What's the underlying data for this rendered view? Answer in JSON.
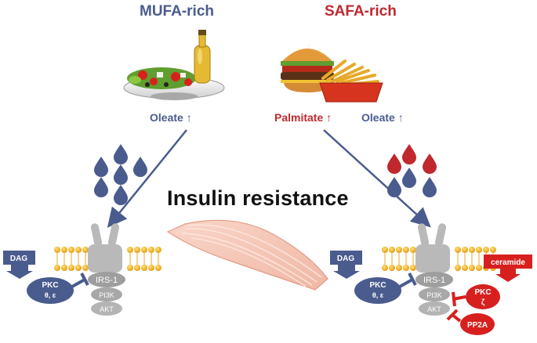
{
  "colors": {
    "mufa": "#4a5b8e",
    "safa": "#c0282e",
    "membrane_bead": "#f2b02a",
    "receptor_gray": "#b9b9b9",
    "dag_blue": "#4a5b8e",
    "ceramide_red": "#d7201e"
  },
  "headers": {
    "mufa": "MUFA-rich",
    "safa": "SAFA-rich"
  },
  "left": {
    "fatty_acid": "Oleate ↑",
    "food_icon": "salad-and-olive-oil",
    "drop_color": "mufa"
  },
  "right": {
    "fatty_acid_1": "Palmitate ↑",
    "fatty_acid_2": "Oleate ↑",
    "food_icon": "burger-and-fries",
    "drop_colors": [
      "safa",
      "safa",
      "safa",
      "mufa",
      "mufa",
      "mufa"
    ]
  },
  "title": "Insulin resistance",
  "pathway_left": {
    "dag": "DAG",
    "pkc": "PKC",
    "pkc_sub": "θ, ɛ",
    "irs": "IRS-1",
    "pi3k": "PI3K",
    "akt": "AKT"
  },
  "pathway_right": {
    "dag": "DAG",
    "pkc": "PKC",
    "pkc_sub": "θ, ɛ",
    "irs": "IRS-1",
    "pi3k": "PI3K",
    "akt": "AKT",
    "ceramide": "ceramide",
    "pkc_zeta": "PKC",
    "pkc_zeta_sub": "ζ",
    "pp2a": "PP2A"
  }
}
